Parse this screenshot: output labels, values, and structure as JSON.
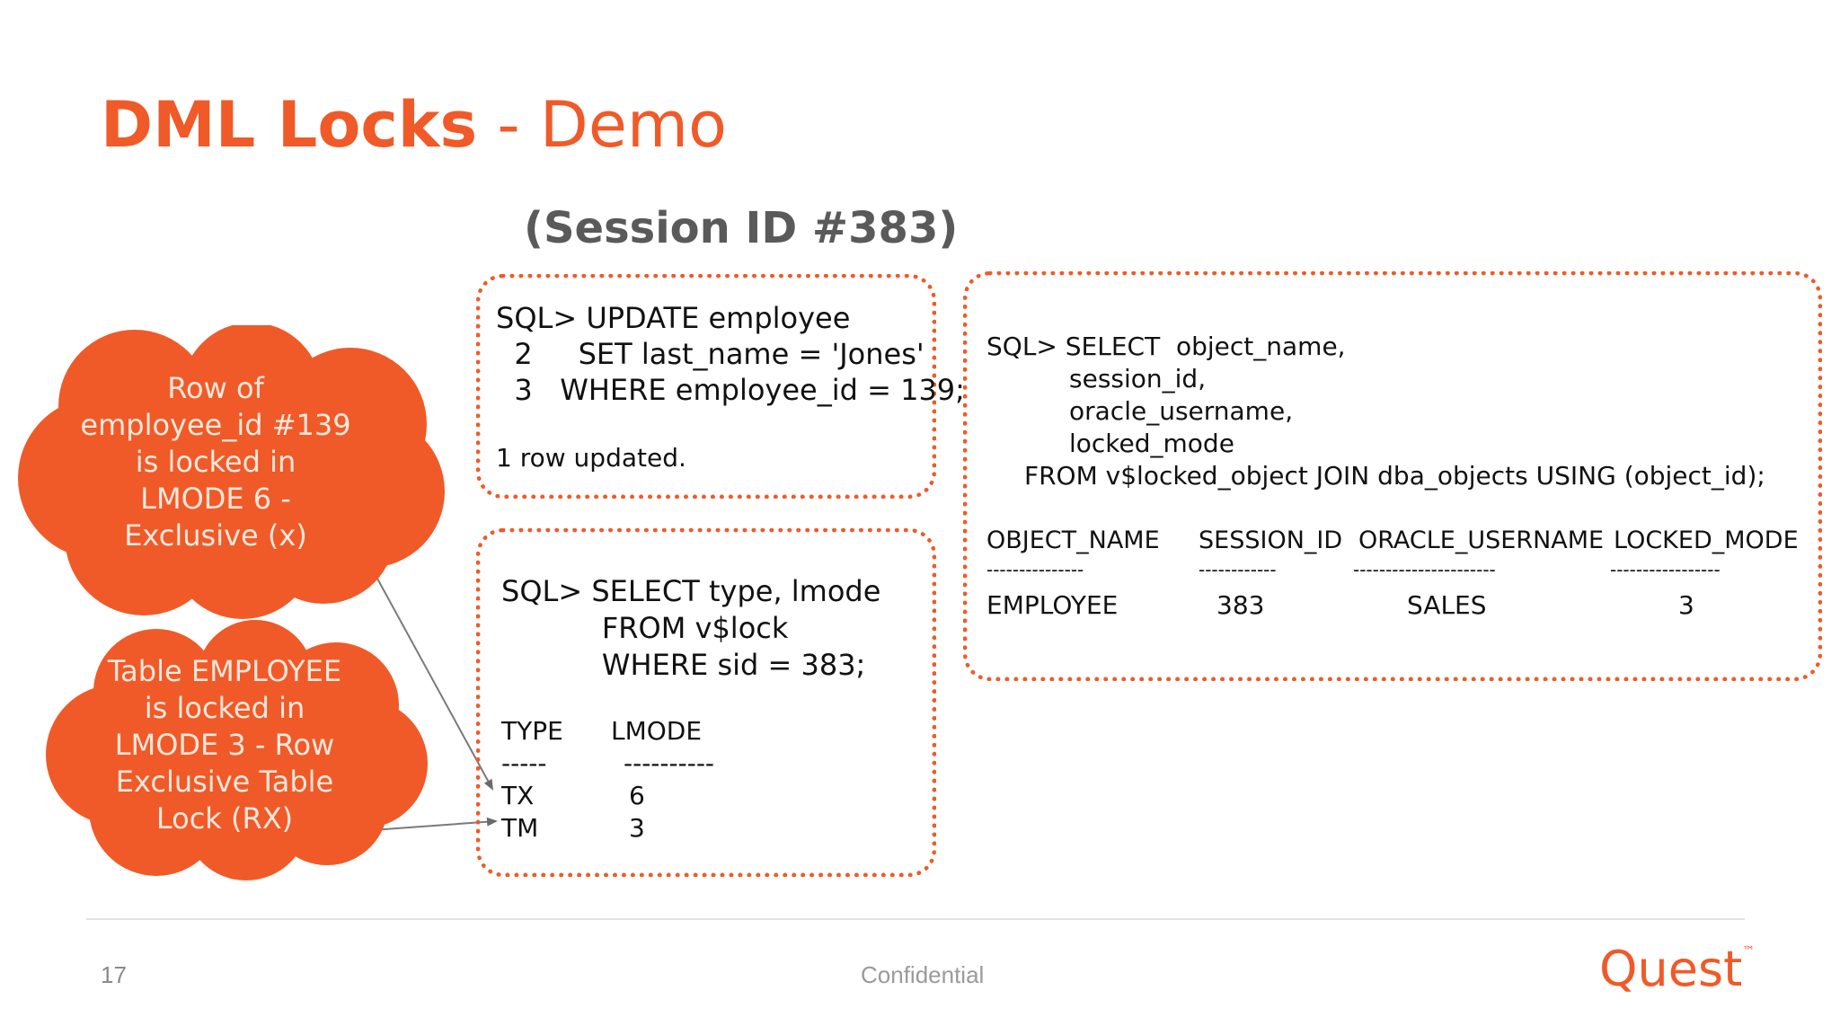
{
  "slide": {
    "title_bold": "DML Locks",
    "title_rest": " - Demo",
    "session_heading": "(Session ID #383)"
  },
  "update_box": {
    "lines": [
      "SQL> UPDATE employee",
      "  2     SET last_name = 'Jones'",
      "  3   WHERE employee_id = 139;"
    ],
    "result": "1 row updated."
  },
  "lock_box": {
    "lines": [
      "SQL> SELECT type, lmode",
      "           FROM v$lock",
      "           WHERE sid = 383;"
    ],
    "headers": [
      "TYPE",
      "LMODE"
    ],
    "separators": [
      "-----",
      "----------"
    ],
    "rows": [
      [
        "TX",
        "6"
      ],
      [
        "TM",
        "3"
      ]
    ]
  },
  "locked_object_box": {
    "lines": [
      "SQL> SELECT  object_name,",
      "session_id,",
      "oracle_username,",
      "locked_mode",
      "FROM v$locked_object JOIN dba_objects USING (object_id);"
    ],
    "headers": [
      "OBJECT_NAME",
      "SESSION_ID",
      "ORACLE_USERNAME",
      "LOCKED_MODE"
    ],
    "separators": [
      "---------------",
      "------------",
      "----------------------",
      "-----------------"
    ],
    "row": [
      "EMPLOYEE",
      "383",
      "SALES",
      "3"
    ]
  },
  "callouts": {
    "row_lock": [
      "Row of",
      "employee_id #139",
      "is locked in",
      "LMODE 6 -",
      "Exclusive (x)"
    ],
    "table_lock": [
      "Table EMPLOYEE",
      "is locked in",
      "LMODE 3 - Row",
      "Exclusive Table",
      "Lock (RX)"
    ]
  },
  "footer": {
    "page_number": "17",
    "confidential": "Confidential",
    "logo": "Quest",
    "logo_mark": "™"
  },
  "colors": {
    "accent": "#f05a28",
    "subtitle": "#5a5a5a",
    "cloud": "#f05a28"
  }
}
